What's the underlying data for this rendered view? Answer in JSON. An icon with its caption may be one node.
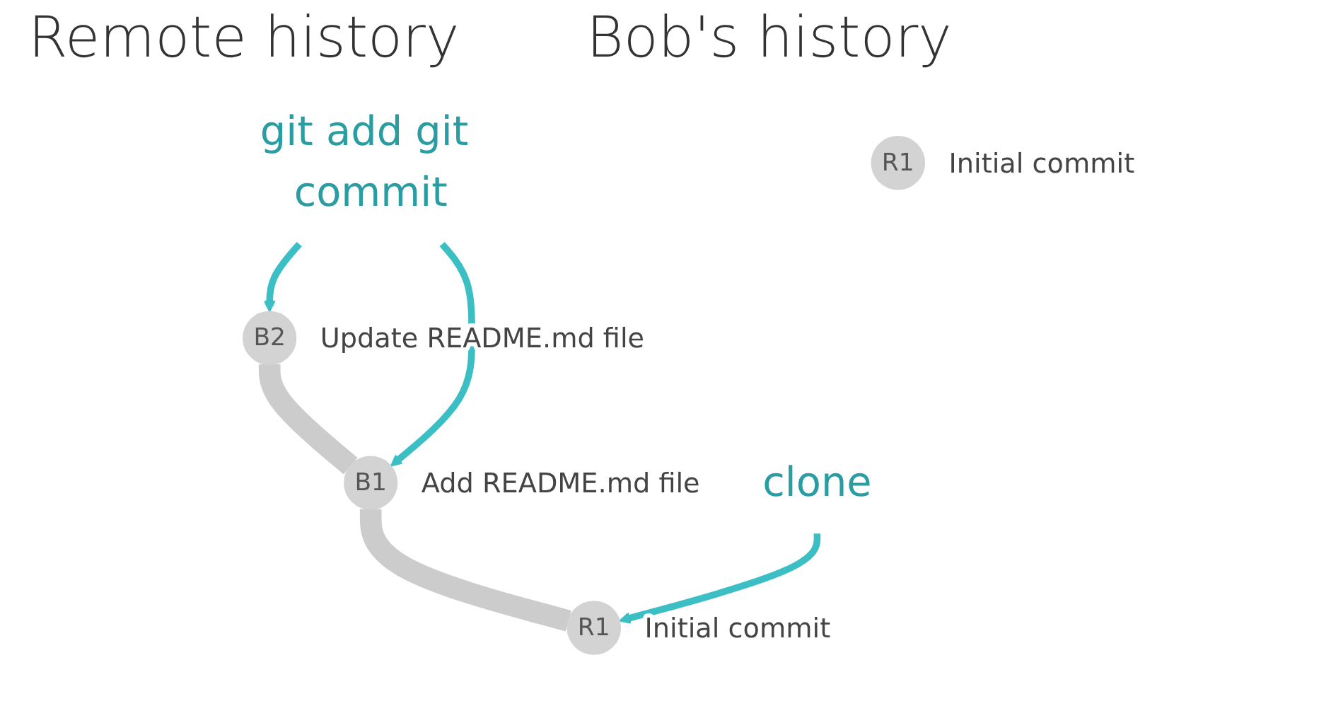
{
  "diagram": {
    "nodes": [
      {
        "text": [
          "R1"
        ],
        "beside": [
          "Initial commit"
        ]
      },
      {
        "text": [
          "git add git commit"
        ]
      },
      {
        "text": [
          "B2"
        ],
        "beside": [
          "Update README.md file"
        ]
      },
      {
        "text": [
          "B1"
        ],
        "beside": [
          "Add README.md file"
        ]
      },
      {
        "text": [
          "clone"
        ]
      },
      {
        "text": [
          "R1"
        ],
        "beside": [
          "Initial commit"
        ]
      }
    ],
    "edges": [
      {
        "from": 2,
        "to": 3,
        "arrow": "none",
        "style": "thick",
        "color": "#cccccc"
      },
      {
        "from": 3,
        "to": 5,
        "arrow": "none",
        "style": "thick",
        "color": "#cccccc"
      },
      {
        "from": 1,
        "to": 2,
        "arrow": "to"
      },
      {
        "from": 1,
        "to": 3,
        "arrow": "to"
      },
      {
        "from": 4,
        "to": 5,
        "arrow": "to"
      }
    ],
    "labels": [
      "Remote history",
      "Bob's history"
    ]
  }
}
